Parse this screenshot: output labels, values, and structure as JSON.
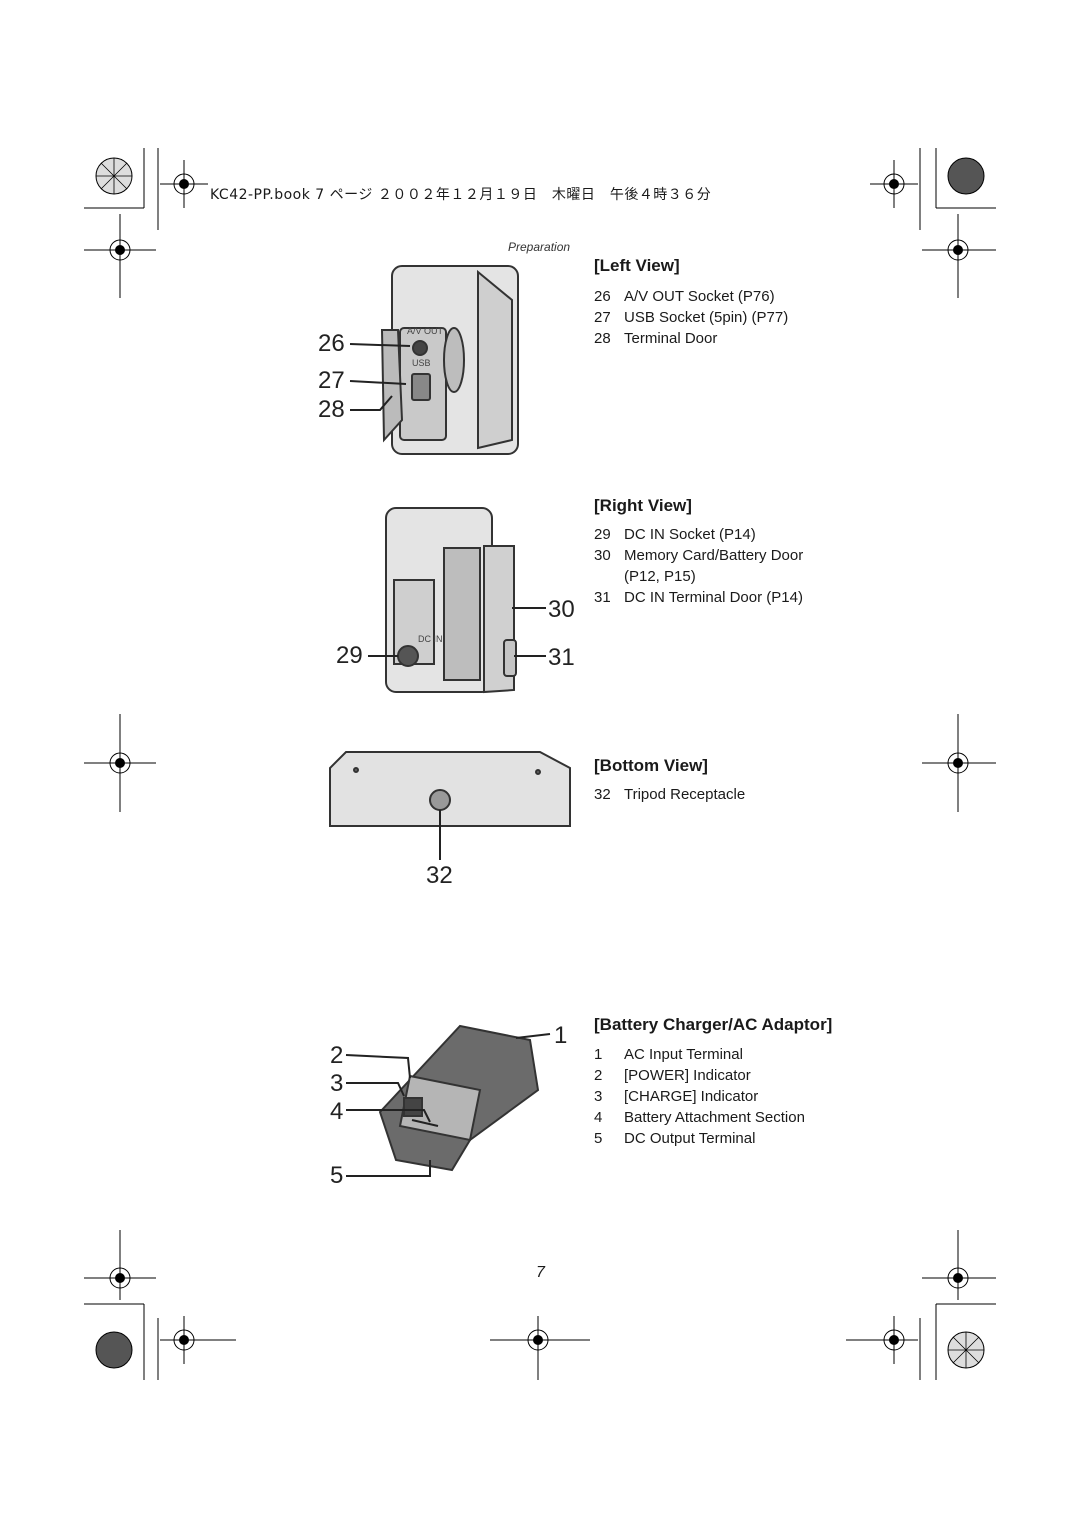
{
  "header": {
    "file_info": "KC42-PP.book  7 ページ  ２００２年１２月１９日　木曜日　午後４時３６分"
  },
  "running_head": "Preparation",
  "sections": {
    "left_view": {
      "title": "[Left View]",
      "items": [
        {
          "num": "26",
          "text": "A/V OUT Socket (P76)"
        },
        {
          "num": "27",
          "text": "USB Socket (5pin) (P77)"
        },
        {
          "num": "28",
          "text": "Terminal Door"
        }
      ],
      "labels": {
        "av_out": "A/V OUT",
        "usb": "USB"
      }
    },
    "right_view": {
      "title": "[Right View]",
      "items": [
        {
          "num": "29",
          "text": "DC IN Socket (P14)"
        },
        {
          "num": "30",
          "text": "Memory Card/Battery Door",
          "cont": "(P12, P15)"
        },
        {
          "num": "31",
          "text": "DC IN Terminal Door (P14)"
        }
      ],
      "labels": {
        "dc_in": "DC IN"
      }
    },
    "bottom_view": {
      "title": "[Bottom View]",
      "items": [
        {
          "num": "32",
          "text": "Tripod Receptacle"
        }
      ]
    },
    "charger": {
      "title": "[Battery Charger/AC Adaptor]",
      "items": [
        {
          "num": "1",
          "text": "AC Input Terminal"
        },
        {
          "num": "2",
          "text": "[POWER] Indicator"
        },
        {
          "num": "3",
          "text": "[CHARGE] Indicator"
        },
        {
          "num": "4",
          "text": "Battery Attachment Section"
        },
        {
          "num": "5",
          "text": "DC Output Terminal"
        }
      ]
    }
  },
  "callouts": {
    "c26": "26",
    "c27": "27",
    "c28": "28",
    "c29": "29",
    "c30": "30",
    "c31": "31",
    "c32": "32",
    "c1": "1",
    "c2": "2",
    "c3": "3",
    "c4": "4",
    "c5": "5"
  },
  "page_number": "7"
}
